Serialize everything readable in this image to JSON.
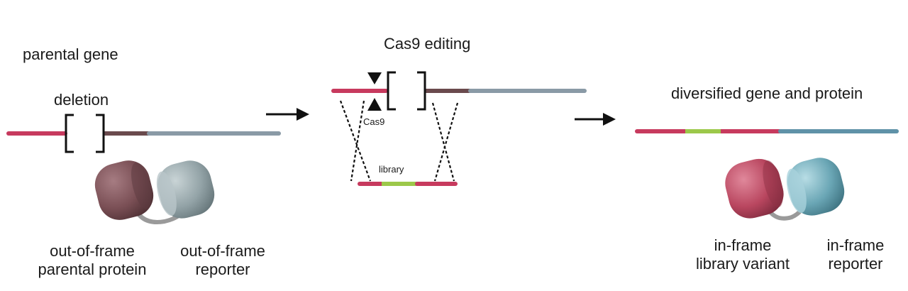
{
  "panels": {
    "left": {
      "title": "parental gene",
      "deletion_label": "deletion",
      "protein_label": "out-of-frame\nparental protein",
      "reporter_label": "out-of-frame\nreporter"
    },
    "middle": {
      "title": "Cas9 editing",
      "cas9_label": "Cas9",
      "library_label": "library"
    },
    "right": {
      "title": "diversified gene and protein",
      "variant_label": "in-frame\nlibrary variant",
      "reporter_label": "in-frame\nreporter"
    }
  },
  "colors": {
    "gene_red": "#c73a5e",
    "gene_brown": "#6a4a4d",
    "gene_gray": "#8a9aa6",
    "gene_blue": "#5f92a8",
    "library_green": "#9cc84a",
    "protein_brown": "#7a4f55",
    "protein_gray": "#8f9ea2",
    "protein_red": "#b9465f",
    "protein_blue": "#6aa6b5",
    "linker_gray": "#9a9a9a"
  }
}
